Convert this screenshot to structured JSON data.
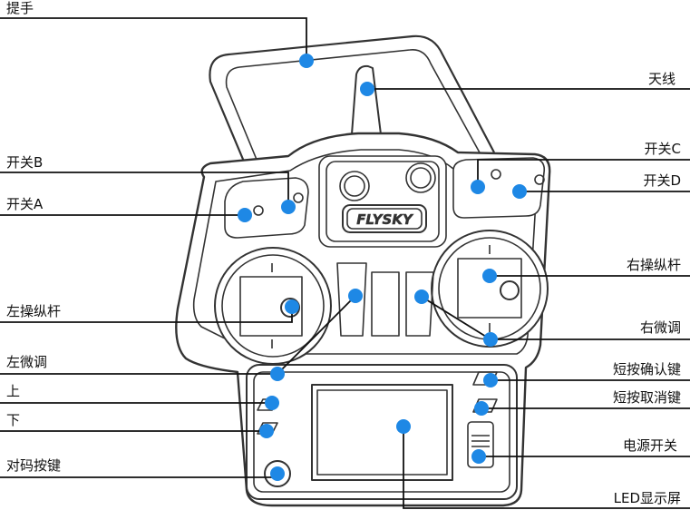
{
  "labels_left": {
    "handle": "提手",
    "switch_b": "开关B",
    "switch_a": "开关A",
    "left_stick": "左操纵杆",
    "left_trim": "左微调",
    "up": "上",
    "down": "下",
    "bind_button": "对码按键"
  },
  "labels_right": {
    "antenna": "天线",
    "switch_c": "开关C",
    "switch_d": "开关D",
    "right_stick": "右操纵杆",
    "right_trim": "右微调",
    "ok_button": "短按确认键",
    "cancel_button": "短按取消键",
    "power_switch": "电源开关",
    "led_display": "LED显示屏"
  },
  "device": {
    "brand": "FLYSKY"
  },
  "colors": {
    "marker": "#1e88e5",
    "line": "#111111",
    "outline": "#333333"
  }
}
